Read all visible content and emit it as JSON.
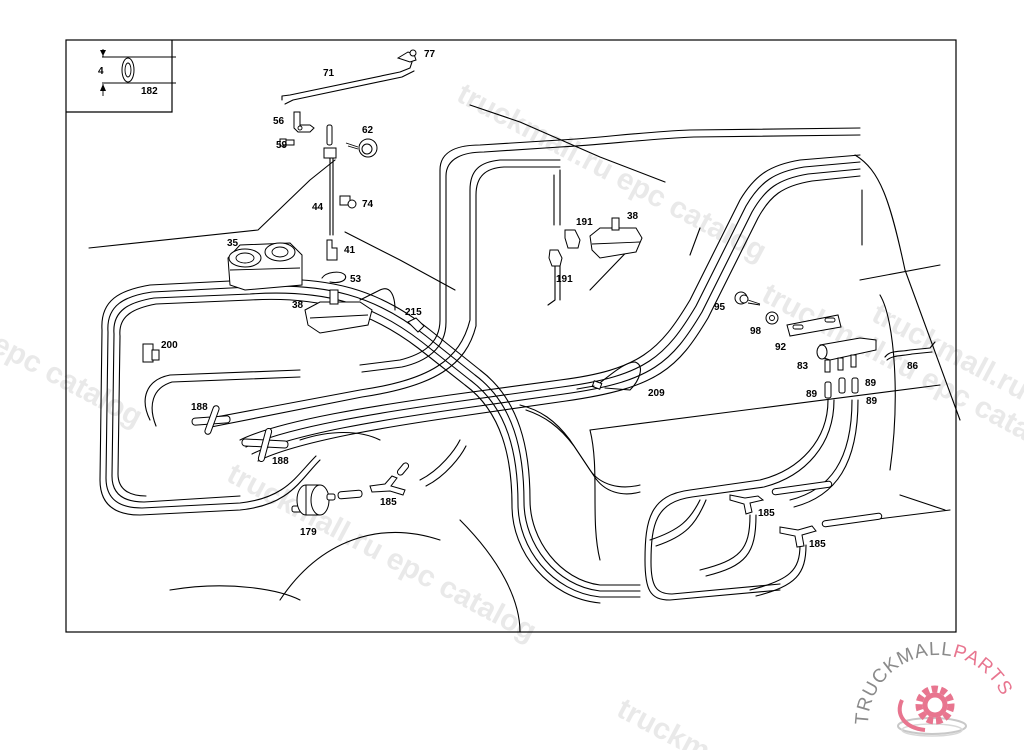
{
  "diagram": {
    "title": "Vacuum lines / central locking diagram",
    "legend_box": {
      "dimension_label": "4",
      "part_label": "182"
    },
    "callouts": [
      {
        "id": "c77",
        "label": "77"
      },
      {
        "id": "c71",
        "label": "71"
      },
      {
        "id": "c56",
        "label": "56"
      },
      {
        "id": "c62",
        "label": "62"
      },
      {
        "id": "c59",
        "label": "59"
      },
      {
        "id": "c44",
        "label": "44"
      },
      {
        "id": "c74",
        "label": "74"
      },
      {
        "id": "c35",
        "label": "35"
      },
      {
        "id": "c41",
        "label": "41"
      },
      {
        "id": "c53",
        "label": "53"
      },
      {
        "id": "c38a",
        "label": "38"
      },
      {
        "id": "c215",
        "label": "215"
      },
      {
        "id": "c191a",
        "label": "191"
      },
      {
        "id": "c191b",
        "label": "191"
      },
      {
        "id": "c38b",
        "label": "38"
      },
      {
        "id": "c95",
        "label": "95"
      },
      {
        "id": "c98",
        "label": "98"
      },
      {
        "id": "c92",
        "label": "92"
      },
      {
        "id": "c83",
        "label": "83"
      },
      {
        "id": "c86",
        "label": "86"
      },
      {
        "id": "c89a",
        "label": "89"
      },
      {
        "id": "c89b",
        "label": "89"
      },
      {
        "id": "c89c",
        "label": "89"
      },
      {
        "id": "c200",
        "label": "200"
      },
      {
        "id": "c188a",
        "label": "188"
      },
      {
        "id": "c188b",
        "label": "188"
      },
      {
        "id": "c209",
        "label": "209"
      },
      {
        "id": "c185a",
        "label": "185"
      },
      {
        "id": "c179",
        "label": "179"
      },
      {
        "id": "c185b",
        "label": "185"
      },
      {
        "id": "c185c",
        "label": "185"
      }
    ]
  },
  "watermarks": [
    {
      "text": "truckmall.ru epc catalog"
    },
    {
      "text": "truckmall.ru epc catalog"
    },
    {
      "text": "epc catalog"
    },
    {
      "text": "truckmall.ru epc catalog"
    },
    {
      "text": "truckmall.ru"
    },
    {
      "text": "truckm"
    }
  ],
  "logo": {
    "text_grey": "TRUCKMALL",
    "text_pink": "PARTS",
    "accent_color": "#e8758f",
    "grey_color": "#8a8a8a"
  }
}
